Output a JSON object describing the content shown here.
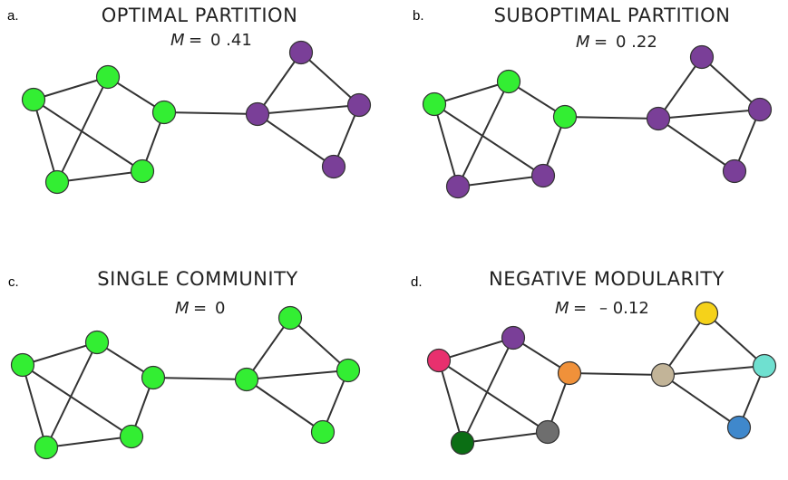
{
  "panels": [
    {
      "letter": "a.",
      "title": "OPTIMAL PARTITION",
      "m_symbol": "M",
      "m_equals": "=",
      "m_value": "0 .41",
      "node_colors": [
        "#33ee33",
        "#33ee33",
        "#33ee33",
        "#33ee33",
        "#33ee33",
        "#7a3f98",
        "#7a3f98",
        "#7a3f98",
        "#7a3f98"
      ]
    },
    {
      "letter": "b.",
      "title": "SUBOPTIMAL PARTITION",
      "m_symbol": "M",
      "m_equals": "=",
      "m_value": "0 .22",
      "node_colors": [
        "#33ee33",
        "#33ee33",
        "#33ee33",
        "#7a3f98",
        "#7a3f98",
        "#7a3f98",
        "#7a3f98",
        "#7a3f98",
        "#7a3f98"
      ]
    },
    {
      "letter": "c.",
      "title": "SINGLE COMMUNITY",
      "m_symbol": "M",
      "m_equals": "=",
      "m_value": "0",
      "node_colors": [
        "#33ee33",
        "#33ee33",
        "#33ee33",
        "#33ee33",
        "#33ee33",
        "#33ee33",
        "#33ee33",
        "#33ee33",
        "#33ee33"
      ]
    },
    {
      "letter": "d.",
      "title": "NEGATIVE MODULARITY",
      "m_symbol": "M",
      "m_equals": "=",
      "m_value": "– 0.12",
      "node_colors": [
        "#e8306e",
        "#7a3f98",
        "#f0913a",
        "#0b6e14",
        "#6e6e6e",
        "#c2b498",
        "#f5d21a",
        "#6fe0d0",
        "#3f88cc"
      ]
    }
  ],
  "colors": {
    "community_green": "#33ee33",
    "community_purple": "#7a3f98",
    "edge": "#333333"
  }
}
